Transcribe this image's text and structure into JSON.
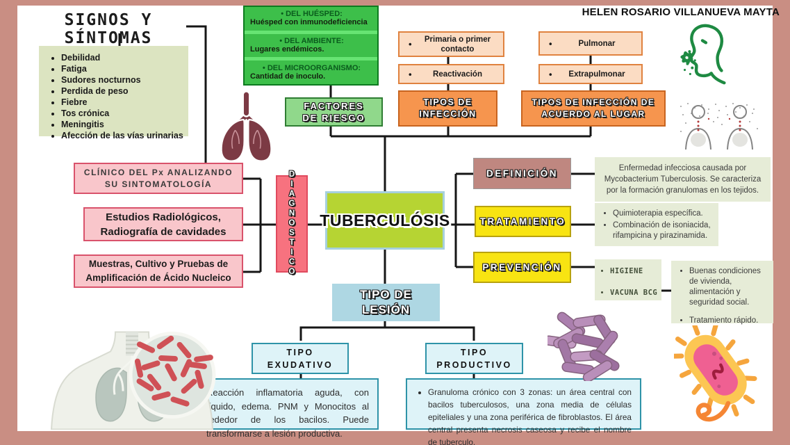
{
  "author": "HELEN ROSARIO VILLANUEVA MAYTA",
  "signos": {
    "title": "SIGNOS Y SÍNTOMAS",
    "items": [
      "Debilidad",
      "Fatiga",
      "Sudores nocturnos",
      "Perdida de peso",
      "Fiebre",
      "Tos crónica",
      "Meningitis",
      "Afección de las vías urinarias"
    ]
  },
  "factores": {
    "label": "FACTORES DE RIESGO",
    "sections": [
      {
        "header": "DEL HUÉSPED:",
        "body": "Huésped con inmunodeficiencia"
      },
      {
        "header": "DEL AMBIENTE:",
        "body": "Lugares endémicos."
      },
      {
        "header": "DEL MICROORGANISMO:",
        "body": "Cantidad de inoculo."
      }
    ]
  },
  "tipos_infeccion": {
    "label": "TIPOS DE INFECCIÓN",
    "items": [
      "Primaria o primer contacto",
      "Reactivación"
    ]
  },
  "tipos_lugar": {
    "label": "TIPOS DE INFECCIÓN DE ACUERDO AL LUGAR",
    "items": [
      "Pulmonar",
      "Extrapulmonar"
    ]
  },
  "central": {
    "label": "TUBERCULÓSIS"
  },
  "diagnostico": {
    "label": "DIAGNOSTICO",
    "methods": [
      "CLÍNICO DEL Px ANALIZANDO SU SINTOMATOLOGÍA",
      "Estudios Radiológicos, Radiografía de cavidades",
      "Muestras, Cultivo y Pruebas de Amplificación de Ácido Nucleico"
    ]
  },
  "definicion": {
    "label": "DEFINICIÓN",
    "text": "Enfermedad infecciosa causada por Mycobacterium Tuberculosis. Se caracteriza por la formación granulomas en los tejidos."
  },
  "tratamiento": {
    "label": "TRATAMIENTO",
    "items": [
      "Quimioterapia específica.",
      "Combinación de isoniacida, rifampicina y pirazinamida."
    ]
  },
  "prevencion": {
    "label": "PREVENCIÓN",
    "items": [
      "HIGIENE",
      "VACUNA BCG"
    ],
    "details": [
      "Buenas condiciones de vivienda, alimentación y seguridad social.",
      "Tratamiento rápido."
    ]
  },
  "lesion": {
    "label": "TIPO DE LESIÓN",
    "types": [
      {
        "label": "TIPO EXUDATIVO",
        "text": "Reacción inflamatoria aguda, con líquido, edema. PNM y Monocitos al rededor de los bacilos. Puede transformarse a lesión productiva."
      },
      {
        "label": "TIPO PRODUCTIVO",
        "text": "Granuloma crónico con 3 zonas: un área central con bacilos tuberculosos, una zona media de células epiteliales y una zona periférica de fibroblastos. El área central presenta necrosis caseosa y recibe el nombre de tuberculo."
      }
    ]
  },
  "icons": {
    "lungs": "lungs-icon",
    "cough": "coughing-person-icon",
    "transmission": "airborne-transmission-illustration",
    "chest": "chest-lungs-magnified-bacteria-illustration",
    "purple_bacteria": "tuberculosis-bacilli-illustration",
    "cartoon_bacterium": "bacterium-cartoon-illustration"
  },
  "colors": {
    "frame": "#c98e83",
    "bright_green": "#3dbf4a",
    "light_green_node": "#90d88b",
    "orange_node": "#f6954e",
    "peach": "#fbdcc3",
    "pink": "#f9c6cb",
    "red_node": "#f7727f",
    "lime_center": "#b6d433",
    "mauve": "#bf8780",
    "yellow": "#f8e412",
    "pale_green": "#e6ecd7",
    "light_blue": "#aed7e3",
    "cyan": "#def3f8",
    "teal_border": "#2e93a8"
  }
}
